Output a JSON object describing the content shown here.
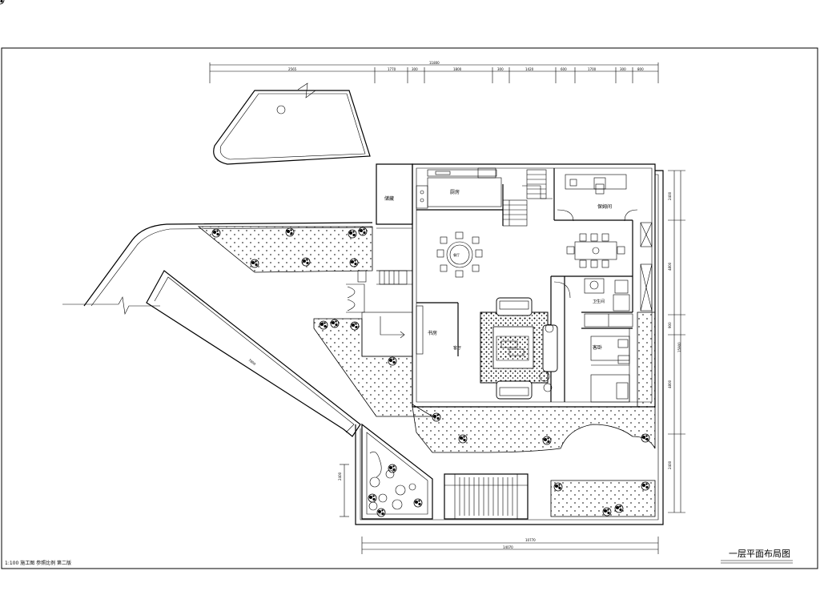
{
  "drawing": {
    "title": "一层平面布局图",
    "footnote": "1:100 施工图 参照比例 第二版",
    "rooms": {
      "kitchen": "厨房",
      "storage": "储藏",
      "maid_room": "保姆间",
      "dining": "餐厅",
      "bathroom": "卫生间",
      "guest_bedroom": "客卧",
      "study": "书房",
      "living": "客厅"
    },
    "dims_top": [
      "2565",
      "1770",
      "300",
      "1800",
      "300",
      "1420",
      "600",
      "1700",
      "300",
      "800"
    ],
    "dim_top_total": "11800",
    "dims_right": [
      "2400",
      "4800",
      "900",
      "4800",
      "2400"
    ],
    "dim_right_total": "15900",
    "dims_bottom": [
      "10770",
      "14070"
    ],
    "dim_left": "2400",
    "dim_ramp": "7800"
  },
  "colors": {
    "ink": "#000000",
    "paper": "#ffffff"
  }
}
